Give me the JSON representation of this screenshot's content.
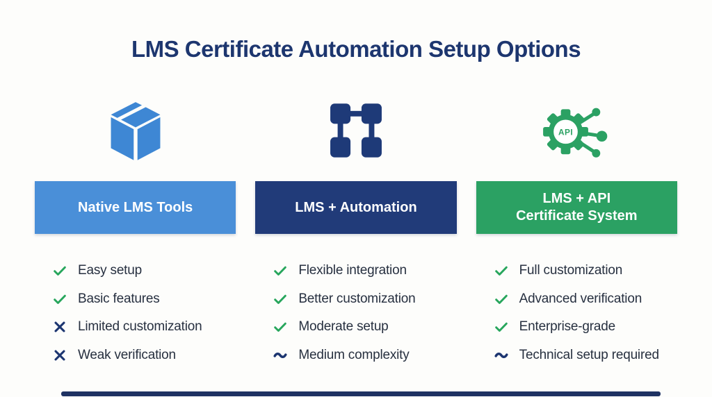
{
  "title": "LMS Certificate Automation Setup Options",
  "columns": [
    {
      "header_lines": [
        "Native LMS Tools"
      ],
      "header_color": "#4a8fd8",
      "icon": "package-box-icon",
      "features": [
        {
          "mark": "check",
          "text": "Easy setup"
        },
        {
          "mark": "check",
          "text": "Basic features"
        },
        {
          "mark": "x",
          "text": "Limited customization"
        },
        {
          "mark": "x",
          "text": "Weak verification"
        }
      ]
    },
    {
      "header_lines": [
        "LMS + Automation"
      ],
      "header_color": "#213b79",
      "icon": "workflow-nodes-icon",
      "features": [
        {
          "mark": "check",
          "text": "Flexible integration"
        },
        {
          "mark": "check",
          "text": "Better customization"
        },
        {
          "mark": "check",
          "text": "Moderate setup"
        },
        {
          "mark": "tilde",
          "text": "Medium complexity"
        }
      ]
    },
    {
      "header_lines": [
        "LMS + API",
        "Certificate System"
      ],
      "header_color": "#2ba163",
      "icon": "api-gear-icon",
      "api_label": "API",
      "features": [
        {
          "mark": "check",
          "text": "Full customization"
        },
        {
          "mark": "check",
          "text": "Advanced verification"
        },
        {
          "mark": "check",
          "text": "Enterprise-grade"
        },
        {
          "mark": "tilde",
          "text": "Technical setup required"
        }
      ]
    }
  ],
  "colors": {
    "title_navy": "#1d366f",
    "native_blue": "#4a8fd8",
    "automation_navy": "#213b79",
    "api_green": "#2ba163",
    "check_green": "#27a65c",
    "negative_navy": "#1c3570",
    "body_text": "#273040",
    "box_icon_blue": "#3e87d4",
    "bottom_bar_navy": "#1e3263",
    "background": "#fdfdfb"
  }
}
